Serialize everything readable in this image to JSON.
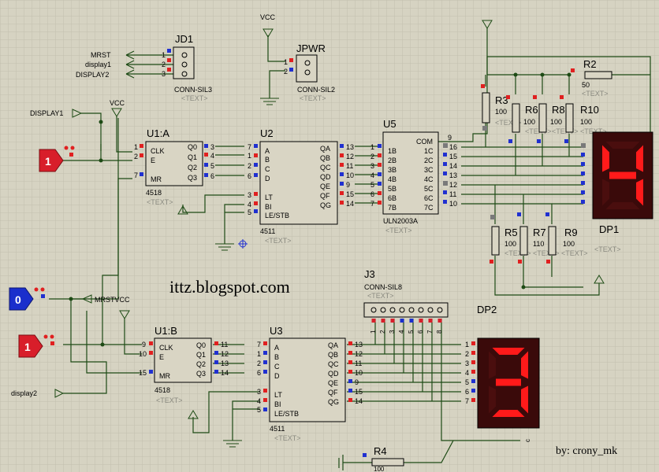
{
  "colors": {
    "background": "#d6d3c2",
    "grid": "#c2bfae",
    "wire": "#1d4a14",
    "segment_on": "#ff1a1a",
    "segment_off": "#4a0e0e",
    "display_bg": "#3a0a0a",
    "logic_high": "#d81e2a",
    "logic_low": "#1a2fcc"
  },
  "chips": {
    "u1a": {
      "ref": "U1:A",
      "part": "4518",
      "pins_left": [
        "CLK",
        "E",
        "",
        "MR"
      ],
      "pins_right": [
        "Q0",
        "Q1",
        "Q2",
        "Q3"
      ],
      "nums_left": [
        "1",
        "2",
        "",
        "7"
      ],
      "nums_right": [
        "3",
        "4",
        "5",
        "6"
      ],
      "text": "<TEXT>"
    },
    "u1b": {
      "ref": "U1:B",
      "part": "4518",
      "pins_left": [
        "CLK",
        "E",
        "",
        "MR"
      ],
      "pins_right": [
        "Q0",
        "Q1",
        "Q2",
        "Q3"
      ],
      "nums_left": [
        "9",
        "10",
        "",
        "15"
      ],
      "nums_right": [
        "11",
        "12",
        "13",
        "14"
      ],
      "text": "<TEXT>"
    },
    "u2": {
      "ref": "U2",
      "part": "4511",
      "pins_left": [
        "A",
        "B",
        "C",
        "D",
        "LT",
        "BI",
        "LE/STB"
      ],
      "pins_right": [
        "QA",
        "QB",
        "QC",
        "QD",
        "QE",
        "QF",
        "QG"
      ],
      "nums_left": [
        "7",
        "1",
        "2",
        "6",
        "3",
        "4",
        "5"
      ],
      "nums_right": [
        "13",
        "12",
        "11",
        "10",
        "9",
        "15",
        "14"
      ],
      "text": "<TEXT>"
    },
    "u3": {
      "ref": "U3",
      "part": "4511",
      "pins_left": [
        "A",
        "B",
        "C",
        "D",
        "LT",
        "BI",
        "LE/STB"
      ],
      "pins_right": [
        "QA",
        "QB",
        "QC",
        "QD",
        "QE",
        "QF",
        "QG"
      ],
      "nums_left": [
        "7",
        "1",
        "2",
        "6",
        "3",
        "4",
        "5"
      ],
      "nums_right": [
        "13",
        "12",
        "11",
        "10",
        "9",
        "15",
        "14"
      ],
      "text": "<TEXT>"
    },
    "u5": {
      "ref": "U5",
      "part": "ULN2003A",
      "pins_left": [
        "1B",
        "2B",
        "3B",
        "4B",
        "5B",
        "6B",
        "7B"
      ],
      "pins_right": [
        "1C",
        "2C",
        "3C",
        "4C",
        "5C",
        "6C",
        "7C"
      ],
      "nums_left": [
        "1",
        "2",
        "3",
        "4",
        "5",
        "6",
        "7"
      ],
      "nums_right": [
        "16",
        "15",
        "14",
        "13",
        "12",
        "11",
        "10"
      ],
      "com_label": "COM",
      "com_num": "9",
      "text": "<TEXT>"
    }
  },
  "connectors": {
    "jd1": {
      "ref": "JD1",
      "type": "CONN-SIL3",
      "pins": [
        "1",
        "2",
        "3"
      ],
      "signals": [
        "MRST",
        "display1",
        "DISPLAY2"
      ],
      "text": "<TEXT>"
    },
    "jpwr": {
      "ref": "JPWR",
      "type": "CONN-SIL2",
      "pins": [
        "1",
        "2"
      ],
      "text": "<TEXT>"
    },
    "j3": {
      "ref": "J3",
      "type": "CONN-SIL8",
      "pins": [
        "1",
        "2",
        "3",
        "4",
        "5",
        "6",
        "7",
        "8"
      ],
      "text": "<TEXT>"
    }
  },
  "resistors": [
    {
      "ref": "R2",
      "value": "50",
      "text": "<TEXT>"
    },
    {
      "ref": "R3",
      "value": "100",
      "text": "<TEXT>"
    },
    {
      "ref": "R6",
      "value": "100",
      "text": "<TEXT>"
    },
    {
      "ref": "R8",
      "value": "100",
      "text": "<TEXT>"
    },
    {
      "ref": "R10",
      "value": "100",
      "text": "<TEXT>"
    },
    {
      "ref": "R5",
      "value": "100",
      "text": "<TEXT>"
    },
    {
      "ref": "R7",
      "value": "110",
      "text": "<TEXT>"
    },
    {
      "ref": "R9",
      "value": "100",
      "text": "<TEXT>"
    },
    {
      "ref": "R4",
      "value": "100",
      "text": "<TEXT>"
    }
  ],
  "displays": {
    "dp1": {
      "ref": "DP1",
      "digit": "4",
      "segments_on": [
        "b",
        "c",
        "f",
        "g"
      ],
      "text": "<TEXT>"
    },
    "dp2": {
      "ref": "DP2",
      "digit": "3",
      "segments_on": [
        "a",
        "b",
        "c",
        "d",
        "g"
      ],
      "pin_nums": [
        "1",
        "2",
        "3",
        "4",
        "5",
        "6",
        "7"
      ],
      "text": "<TEXT>"
    }
  },
  "sources": [
    {
      "id": "src-top",
      "value": "1",
      "level": "high"
    },
    {
      "id": "src-mid",
      "value": "0",
      "level": "low"
    },
    {
      "id": "src-bot",
      "value": "1",
      "level": "high"
    }
  ],
  "labels": {
    "vcc1": "VCC",
    "vcc2": "VCC",
    "display1": "DISPLAY1",
    "mrstvcc": "MRSTVCC",
    "display2": "display2",
    "watermark": "ittz.blogspot.com",
    "author": "by:  crony_mk"
  }
}
